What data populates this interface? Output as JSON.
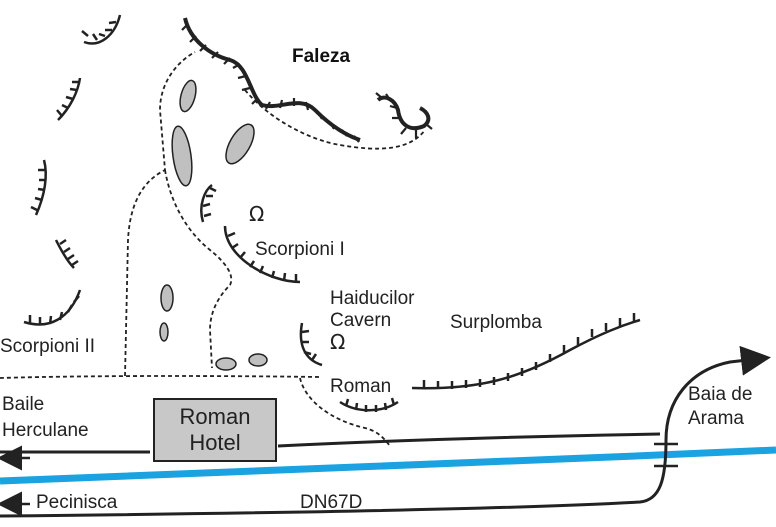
{
  "labels": {
    "faleza": "Faleza",
    "scorpioni_i": "Scorpioni I",
    "scorpioni_ii": "Scorpioni II",
    "haiducilor_line1": "Haiducilor",
    "haiducilor_line2": "Cavern",
    "surplomba": "Surplomba",
    "roman": "Roman",
    "baile_line1": "Baile",
    "baile_line2": "Herculane",
    "baia_line1": "Baia de",
    "baia_line2": "Arama",
    "pecinisca": "Pecinisca",
    "dn67d": "DN67D"
  },
  "hotel": {
    "line1": "Roman",
    "line2": "Hotel"
  },
  "symbols": {
    "cave_glyph": "Ω",
    "cave_icon": "cave-icon",
    "arrow_icon": "arrow-icon"
  },
  "colors": {
    "river": "#1aa3e0",
    "road": "#222222",
    "hotel_fill": "#c8c8c8",
    "boulder_fill": "#c0c0c0"
  }
}
